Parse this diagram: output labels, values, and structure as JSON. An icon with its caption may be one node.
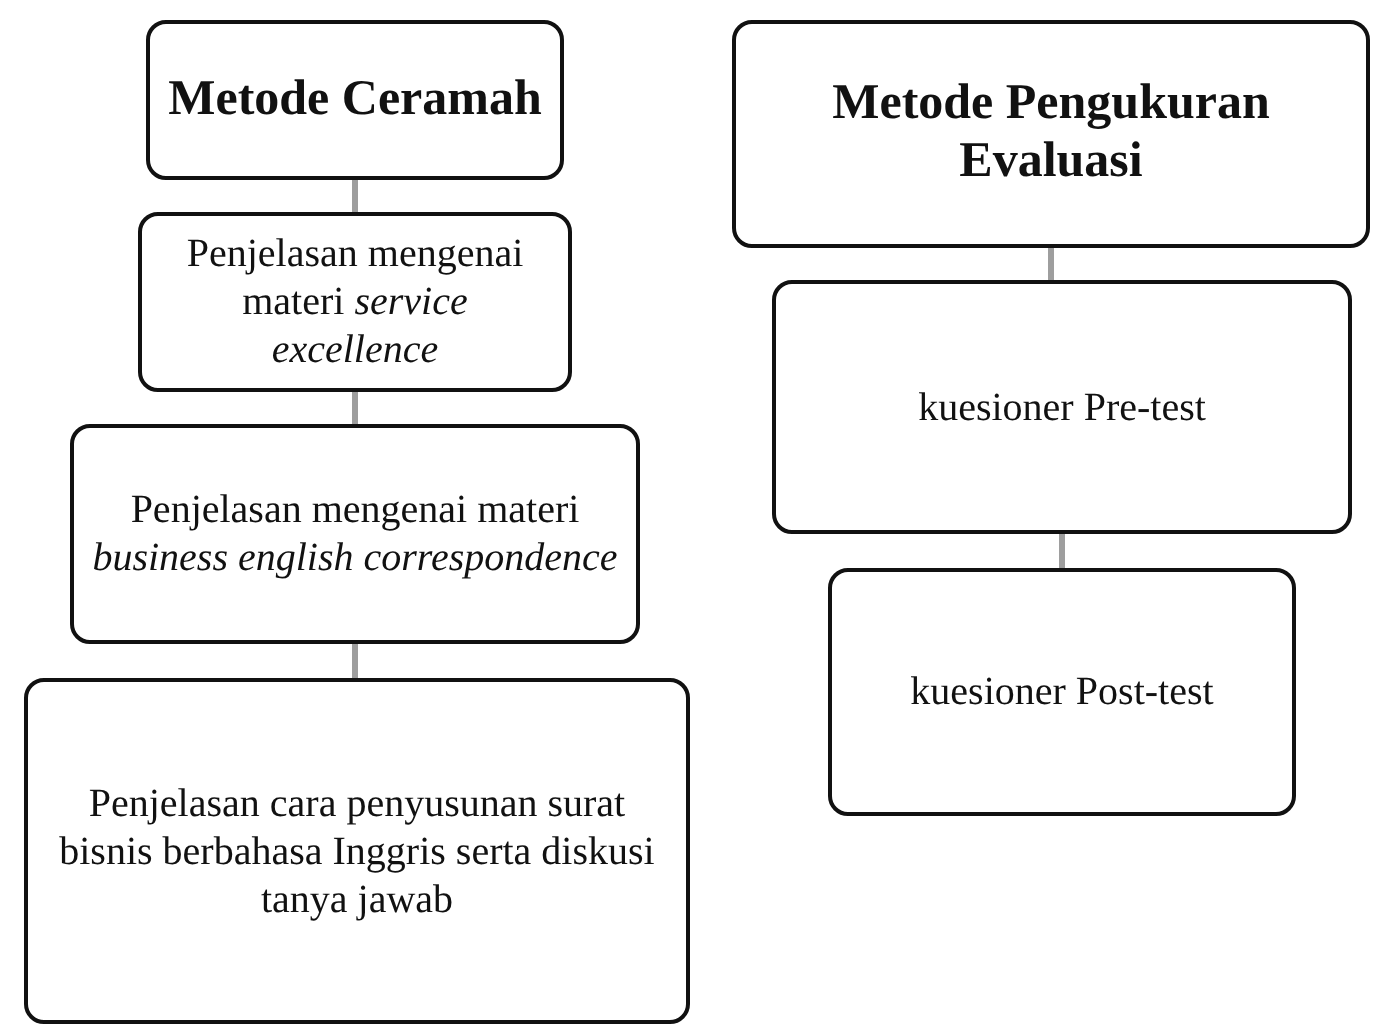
{
  "diagram": {
    "nodes": [
      {
        "text": [
          "Metode Ceramah"
        ]
      },
      {
        "text": [
          "Penjelasan mengenai materi *service excellence*"
        ]
      },
      {
        "text": [
          "Penjelasan mengenai materi *business english correspondence*"
        ]
      },
      {
        "text": [
          "Penjelasan cara penyusunan surat bisnis berbahasa Inggris serta diskusi tanya jawab"
        ]
      },
      {
        "text": [
          "Metode Pengukuran Evaluasi"
        ]
      },
      {
        "text": [
          "kuesioner Pre-test"
        ]
      },
      {
        "text": [
          "kuesioner Post-test"
        ]
      }
    ],
    "edges": [
      {
        "from": 0,
        "to": 1,
        "arrow": "none"
      },
      {
        "from": 1,
        "to": 2,
        "arrow": "none"
      },
      {
        "from": 2,
        "to": 3,
        "arrow": "none"
      },
      {
        "from": 4,
        "to": 5,
        "arrow": "none"
      },
      {
        "from": 5,
        "to": 6,
        "arrow": "none"
      }
    ]
  }
}
